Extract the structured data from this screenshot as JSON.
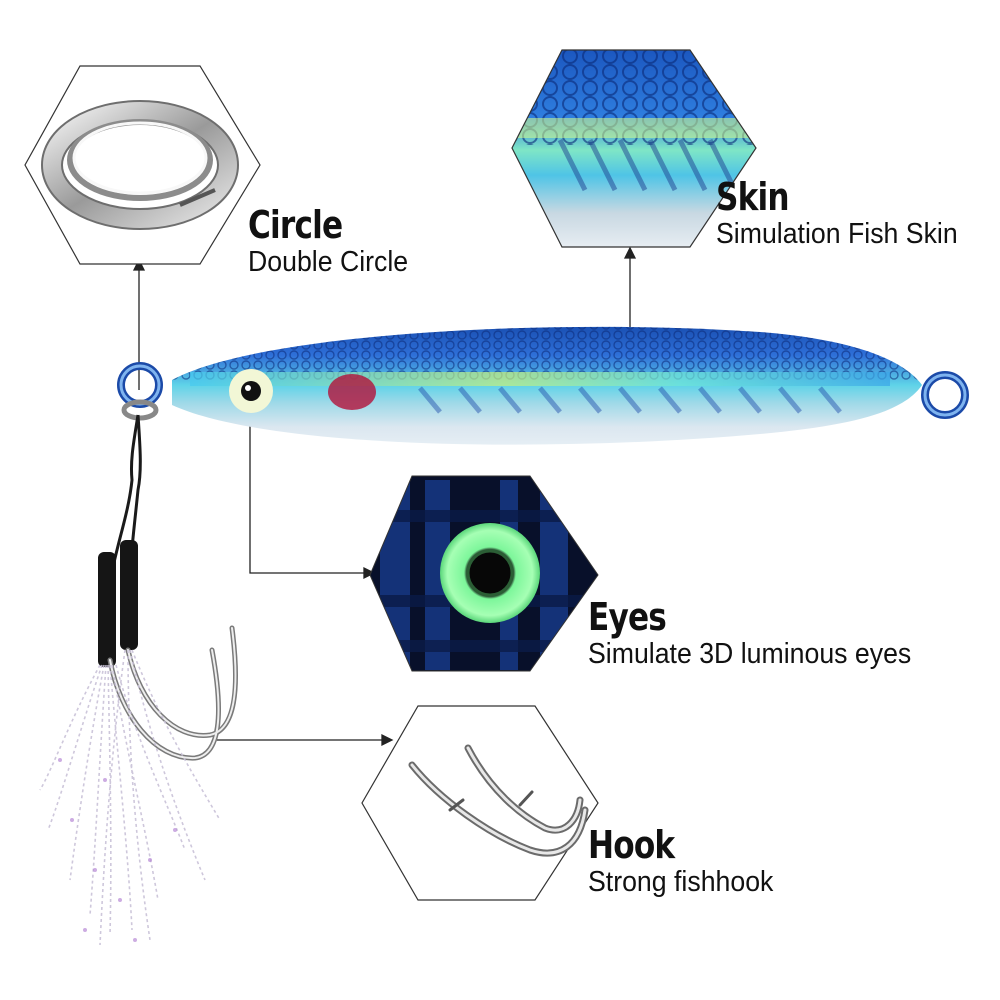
{
  "features": {
    "circle": {
      "title": "Circle",
      "subtitle": "Double Circle",
      "icon": "split-ring-icon"
    },
    "skin": {
      "title": "Skin",
      "subtitle": "Simulation Fish Skin",
      "icon": "fish-skin-icon"
    },
    "eyes": {
      "title": "Eyes",
      "subtitle": "Simulate 3D luminous eyes",
      "icon": "luminous-eye-icon"
    },
    "hook": {
      "title": "Hook",
      "subtitle": "Strong fishhook",
      "icon": "fishhook-icon"
    }
  },
  "colors": {
    "lure_blue": "#1f63c9",
    "lure_cyan": "#49d6e8",
    "lure_belly": "#dfe9f1",
    "glow_green": "#8dff9d",
    "gill_red": "#b3123a",
    "connector": "#222222"
  }
}
